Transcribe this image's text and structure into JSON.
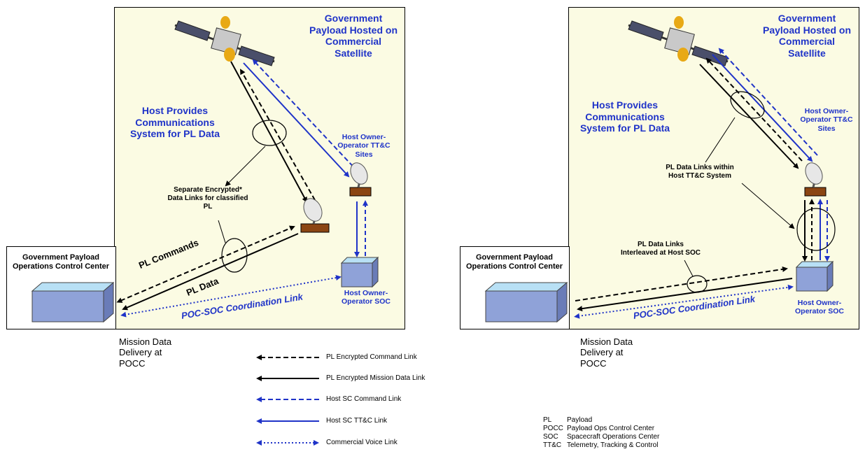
{
  "left_panel": {
    "title": "Government Payload Hosted on Commercial Satellite",
    "comm_label": "Host Provides Communications System for PL Data",
    "ttc_label": "Host Owner-Operator TT&C Sites",
    "soc_label": "Host Owner-Operator SOC",
    "separate_links_label": "Separate Encrypted* Data Links for classified PL",
    "pl_commands": "PL Commands",
    "pl_data": "PL Data",
    "coord_link": "POC-SOC Coordination Link"
  },
  "right_panel": {
    "title": "Government Payload Hosted on Commercial Satellite",
    "comm_label": "Host Provides Communications System for PL Data",
    "ttc_label": "Host Owner-Operator TT&C Sites",
    "soc_label": "Host Owner-Operator SOC",
    "within_label": "PL Data Links within Host TT&C System",
    "interleaved_label": "PL Data Links Interleaved at Host SOC",
    "coord_link": "POC-SOC Coordination Link"
  },
  "gov_center": {
    "label": "Government Payload Operations Control Center"
  },
  "mission_delivery": "Mission Data Delivery at POCC",
  "legend": [
    {
      "label": "PL Encrypted Command Link",
      "color": "#000000",
      "style": "dashed"
    },
    {
      "label": "PL Encrypted Mission Data Link",
      "color": "#000000",
      "style": "solid"
    },
    {
      "label": "Host SC Command Link",
      "color": "#1f33c8",
      "style": "dashed"
    },
    {
      "label": "Host SC TT&C Link",
      "color": "#1f33c8",
      "style": "solid"
    },
    {
      "label": "Commercial Voice Link",
      "color": "#1f33c8",
      "style": "dotted"
    }
  ],
  "glossary": [
    {
      "abbr": "PL",
      "meaning": "Payload"
    },
    {
      "abbr": "POCC",
      "meaning": "Payload Ops Control Center"
    },
    {
      "abbr": "SOC",
      "meaning": "Spacecraft Operations Center"
    },
    {
      "abbr": "TT&C",
      "meaning": "Telemetry, Tracking & Control"
    }
  ],
  "colors": {
    "panel": "#fbfbe3",
    "blue": "#1f33c8",
    "black": "#000000"
  }
}
